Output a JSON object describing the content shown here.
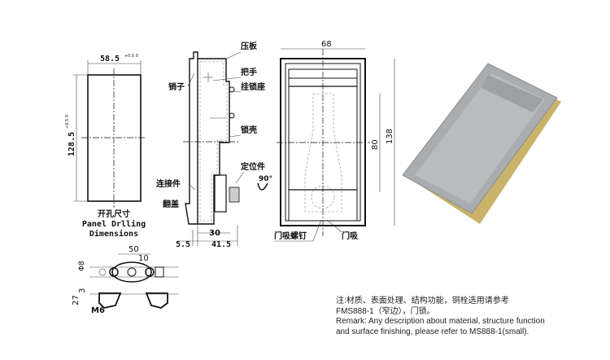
{
  "panel_cutout": {
    "width_dim": "58.5",
    "width_tol": "+0.5 0",
    "height_dim": "128.5",
    "height_tol": "+0.5 0",
    "label_cn": "开孔尺寸",
    "label_en_1": "Panel Drlling",
    "label_en_2": "Dimensions"
  },
  "side_view": {
    "labels": {
      "pressure_plate": "压板",
      "handle": "把手",
      "padlock_seat": "挂锁座",
      "pin": "销子",
      "lock_housing": "锁壳",
      "positioner": "定位件",
      "connector": "连接件",
      "flip_cover": "翻盖"
    },
    "rotation": "90°",
    "dims": {
      "d30": "30",
      "d5_5": "5.5",
      "d41_5": "41.5"
    }
  },
  "front_view": {
    "width_dim": "68",
    "inner_dim": "80",
    "height_dim": "138",
    "labels": {
      "catch_screw": "门吸螺钉",
      "catch": "门吸"
    }
  },
  "bottom_view": {
    "dims": {
      "d50": "50",
      "d10": "10",
      "phi8": "Φ8",
      "d3": "3",
      "d27": "27",
      "m6": "M6"
    }
  },
  "notes": {
    "cn_line_1": "注:材质、表面处理、结构功能，铜栓选用请参考",
    "cn_line_2": "FMS888-1（窄边），门锁。",
    "en_line_1": "Remark: Any description about material, structure function",
    "en_line_2": "and surface finishing, please refer to MS888-1(small)."
  },
  "colors": {
    "product_gray": "#a9adb0",
    "product_brass": "#c9b36a"
  }
}
